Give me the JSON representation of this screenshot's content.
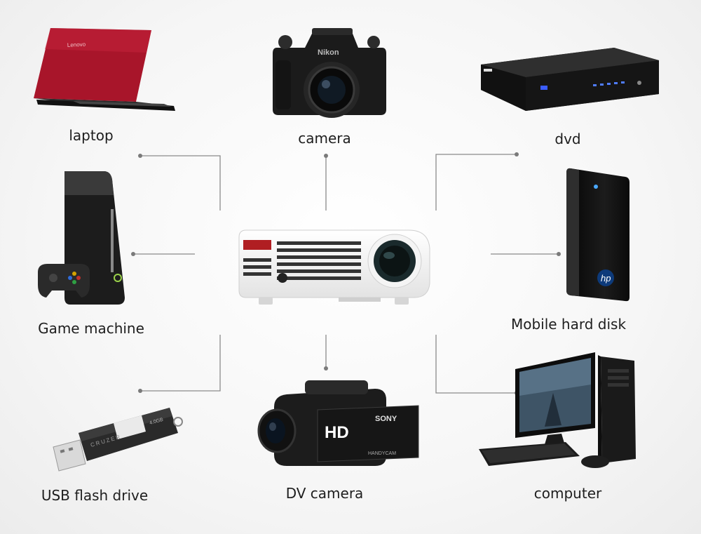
{
  "labels": {
    "laptop": "laptop",
    "camera": "camera",
    "dvd": "dvd",
    "game_machine": "Game machine",
    "mobile_hard_disk": "Mobile hard disk",
    "usb_flash_drive": "USB flash drive",
    "dv_camera": "DV camera",
    "computer": "computer"
  },
  "brands": {
    "laptop": "Lenovo",
    "camera": "Nikon",
    "dv_camera_brand": "SONY",
    "dv_camera_hd": "HD",
    "dv_camera_model": "HANDYCAM",
    "usb_capacity": "4.0GB",
    "usb_name": "CRUZER",
    "hard_disk": "hp"
  },
  "colors": {
    "connector": "#8a8a8a",
    "laptop_red": "#a8152a",
    "projector_badge": "#b01e22"
  }
}
